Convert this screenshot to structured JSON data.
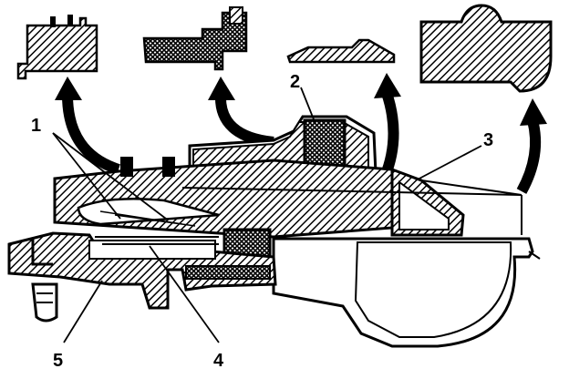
{
  "diagram": {
    "callouts": [
      {
        "id": "callout-1",
        "text": "1"
      },
      {
        "id": "callout-2",
        "text": "2"
      },
      {
        "id": "callout-3",
        "text": "3"
      },
      {
        "id": "callout-4",
        "text": "4"
      },
      {
        "id": "callout-5",
        "text": "5"
      }
    ],
    "colors": {
      "ink": "#000000",
      "paper": "#ffffff"
    }
  }
}
